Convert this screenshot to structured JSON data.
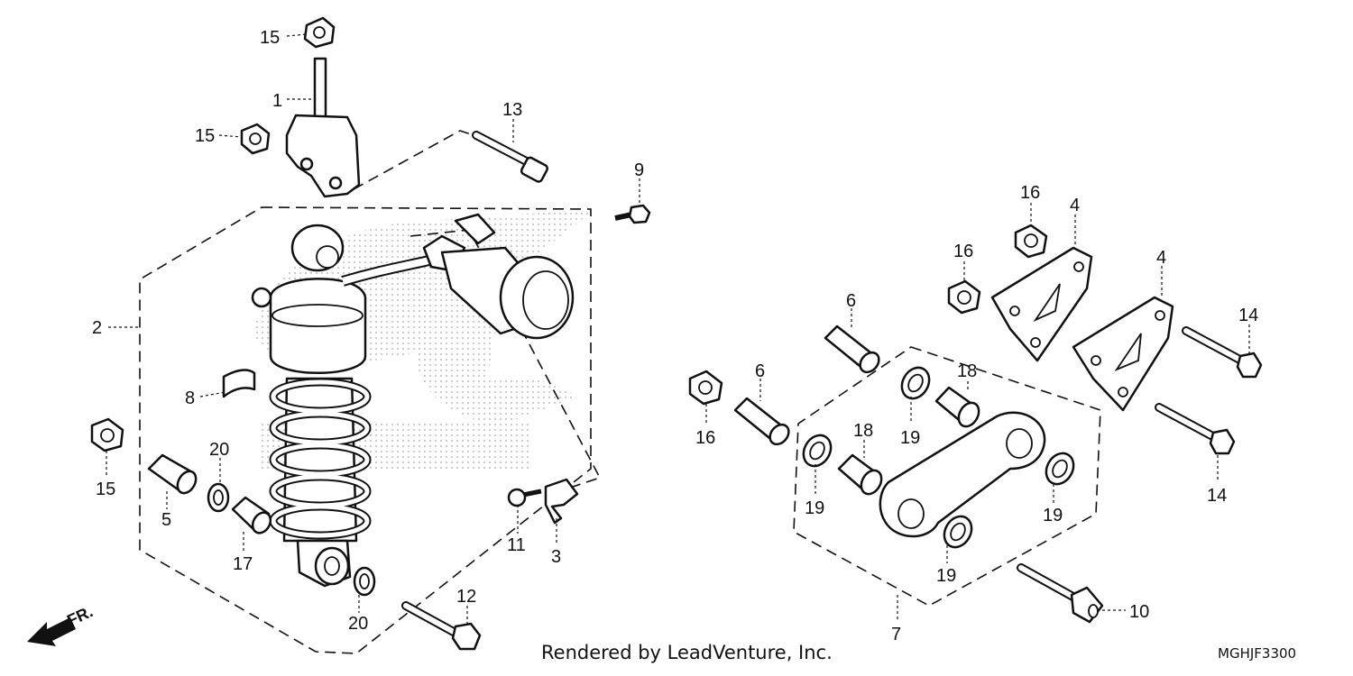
{
  "callouts": {
    "c1": "1",
    "c2": "2",
    "c3": "3",
    "c4a": "4",
    "c4b": "4",
    "c5": "5",
    "c6a": "6",
    "c6b": "6",
    "c7": "7",
    "c8": "8",
    "c9": "9",
    "c10": "10",
    "c11": "11",
    "c12": "12",
    "c13": "13",
    "c14a": "14",
    "c14b": "14",
    "c15a": "15",
    "c15b": "15",
    "c15c": "15",
    "c16a": "16",
    "c16b": "16",
    "c16c": "16",
    "c17": "17",
    "c18a": "18",
    "c18b": "18",
    "c19a": "19",
    "c19b": "19",
    "c19c": "19",
    "c19d": "19",
    "c20a": "20",
    "c20b": "20"
  },
  "direction_label": "FR.",
  "credit": "Rendered by LeadVenture, Inc.",
  "drawing_code": "MGHJF3300"
}
